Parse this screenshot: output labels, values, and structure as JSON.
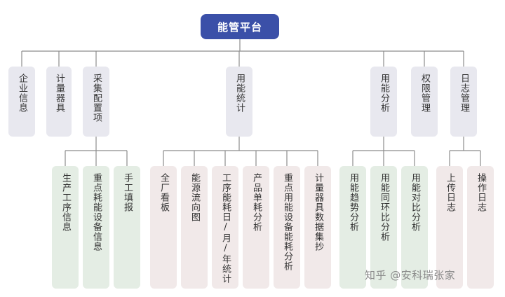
{
  "root": {
    "label": "能管平台"
  },
  "colors": {
    "root": "#3b50a8",
    "l1": "#e8e8ef",
    "green": "#e4ede4",
    "pink": "#f1e9e9",
    "line": "#8c8c8c",
    "text": "#333333"
  },
  "level1": [
    {
      "id": "n1",
      "label": "企业信息"
    },
    {
      "id": "n2",
      "label": "计量器具"
    },
    {
      "id": "n3",
      "label": "采集配置项"
    },
    {
      "id": "n4",
      "label": "用能统计"
    },
    {
      "id": "n5",
      "label": "用能分析"
    },
    {
      "id": "n6",
      "label": "权限管理"
    },
    {
      "id": "n7",
      "label": "日志管理"
    }
  ],
  "level2": [
    {
      "parent": "n3",
      "label": "生产工序信息",
      "color": "green"
    },
    {
      "parent": "n3",
      "label": "重点耗能设备信息",
      "color": "green"
    },
    {
      "parent": "n3",
      "label": "手工填报",
      "color": "green"
    },
    {
      "parent": "n4",
      "label": "全厂看板",
      "color": "pink"
    },
    {
      "parent": "n4",
      "label": "能源流向图",
      "color": "pink"
    },
    {
      "parent": "n4",
      "label": "工序能耗日/月/年统计",
      "color": "pink"
    },
    {
      "parent": "n4",
      "label": "产品单耗分析",
      "color": "pink"
    },
    {
      "parent": "n4",
      "label": "重点用能设备能耗分析",
      "color": "pink"
    },
    {
      "parent": "n4",
      "label": "计量器具数据集抄",
      "color": "pink"
    },
    {
      "parent": "n5",
      "label": "用能趋势分析",
      "color": "green"
    },
    {
      "parent": "n5",
      "label": "用能同环比分析",
      "color": "green"
    },
    {
      "parent": "n5",
      "label": "用能对比分析",
      "color": "green"
    },
    {
      "parent": "n7",
      "label": "上传日志",
      "color": "pink"
    },
    {
      "parent": "n7",
      "label": "操作日志",
      "color": "pink"
    }
  ],
  "watermark": "知乎 @安科瑞张家"
}
